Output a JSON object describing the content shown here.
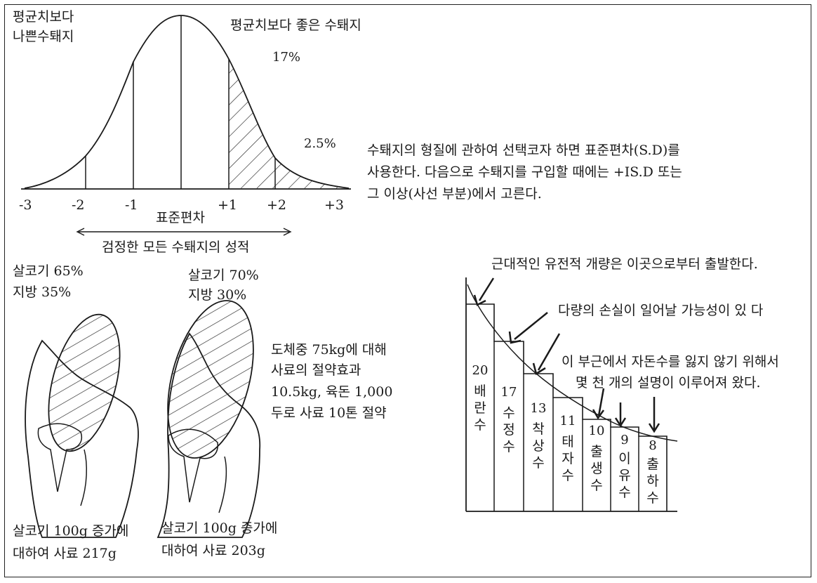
{
  "bell_curve": {
    "label_left": [
      "평균치보다",
      "나쁜수퇘지"
    ],
    "label_right": "평균치보다 좋은 수퇘지",
    "pct_17": "17%",
    "pct_2_5": "2.5%",
    "ticks": [
      "-3",
      "-2",
      "-1",
      "+1",
      "+2",
      "+3"
    ],
    "axis_title": "표준편차",
    "range_label": "검정한 모든 수퇘지의 성적"
  },
  "description": [
    "수퇘지의 형질에 관하여 선택코자 하면 표준편차(S.D)를",
    "사용한다. 다음으로 수퇘지를 구입할 때에는 +IS.D 또는",
    "그 이상(사선 부분)에서 고른다."
  ],
  "cuts": {
    "left_top": [
      "살코기 65%",
      "지방 35%"
    ],
    "right_top": [
      "살코기 70%",
      "지방 30%"
    ],
    "left_bottom": [
      "살코기 100g 증가에",
      "대하여 사료 217g"
    ],
    "right_bottom": [
      "살코기 100g 증가에",
      "대하여 사료 203g"
    ],
    "savings": [
      "도체중 75kg에 대해",
      "사료의 절약효과",
      "10.5kg, 육돈 1,000",
      "두로 사료 10톤 절약"
    ]
  },
  "staircase": {
    "note_top": "근대적인 유전적 개량은 이곳으로부터 출발한다.",
    "note_mid": "다량의 손실이 일어날 가능성이 있 다",
    "note_bottom": [
      "이 부근에서 자돈수를 잃지 않기 위해서",
      "몇 천 개의 설명이 이루어져 왔다."
    ],
    "bars": [
      {
        "value": "20",
        "label": "배란수"
      },
      {
        "value": "17",
        "label": "수정수"
      },
      {
        "value": "13",
        "label": "착상수"
      },
      {
        "value": "11",
        "label": "태자수"
      },
      {
        "value": "10",
        "label": "출생수"
      },
      {
        "value": "9",
        "label": "이유수"
      },
      {
        "value": "8",
        "label": "출하수"
      }
    ]
  }
}
